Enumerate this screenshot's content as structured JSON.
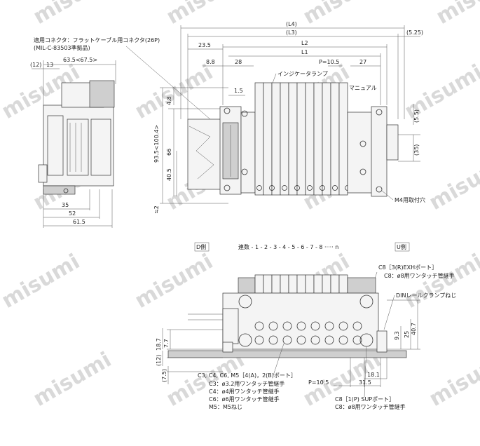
{
  "watermark": "misumi",
  "top_view": {
    "connector_note_1": "適用コネクタ：フラットケーブル用コネクタ(26P)",
    "connector_note_2": "(MIL-C-83503準拠品)",
    "dim_L4": "(L4)",
    "dim_L3": "(L3)",
    "dim_L2": "L2",
    "dim_L1": "L1",
    "dim_525": "(5.25)",
    "dim_235": "23.5",
    "dim_88": "8.8",
    "dim_28": "28",
    "dim_p105": "P=10.5",
    "dim_27": "27",
    "indicator_lamp": "インジケータランプ",
    "manual": "マニュアル",
    "dim_15": "1.5",
    "dim_48": "4.8",
    "dim_935": "93.5<100.4>",
    "dim_66": "66",
    "dim_405": "40.5",
    "dim_2": "≒2",
    "dim_55": "(5.5)",
    "dim_35v": "(35)",
    "m4_holes": "M4用取付穴"
  },
  "side_view": {
    "dim_12": "(12)",
    "dim_13": "13",
    "dim_635": "63.5<67.5>",
    "dim_35": "35",
    "dim_52": "52",
    "dim_615": "61.5"
  },
  "front_view": {
    "d_side": "D側",
    "u_side": "U側",
    "stations": "連数 - 1 - 2 - 3 - 4 - 5 - 6 - 7 - 8 ····· n",
    "c8_exh": "C8［3(R)EXHポート］",
    "c8_exh_sub": "C8：ø8用ワンタッチ管継手",
    "din_clamp": "DINレールクランプねじ",
    "dim_93": "9.3",
    "dim_25": "25",
    "dim_407": "40.7",
    "dim_77": "7.7",
    "dim_187": "18.7",
    "dim_12": "(12)",
    "dim_75": "(7.5)",
    "ports_title": "C3, C4, C6, M5［4(A)，2(B)ポート］",
    "port_c3": "C3：ø3.2用ワンタッチ管継手",
    "port_c4": "C4：ø4用ワンタッチ管継手",
    "port_c6": "C6：ø6用ワンタッチ管継手",
    "port_m5": "M5：M5ねじ",
    "dim_p105": "P=10.5",
    "dim_181": "18.1",
    "dim_315": "31.5",
    "c8_sup": "C8［1(P) SUPポート］",
    "c8_sup_sub": "C8：ø8用ワンタッチ管継手"
  }
}
